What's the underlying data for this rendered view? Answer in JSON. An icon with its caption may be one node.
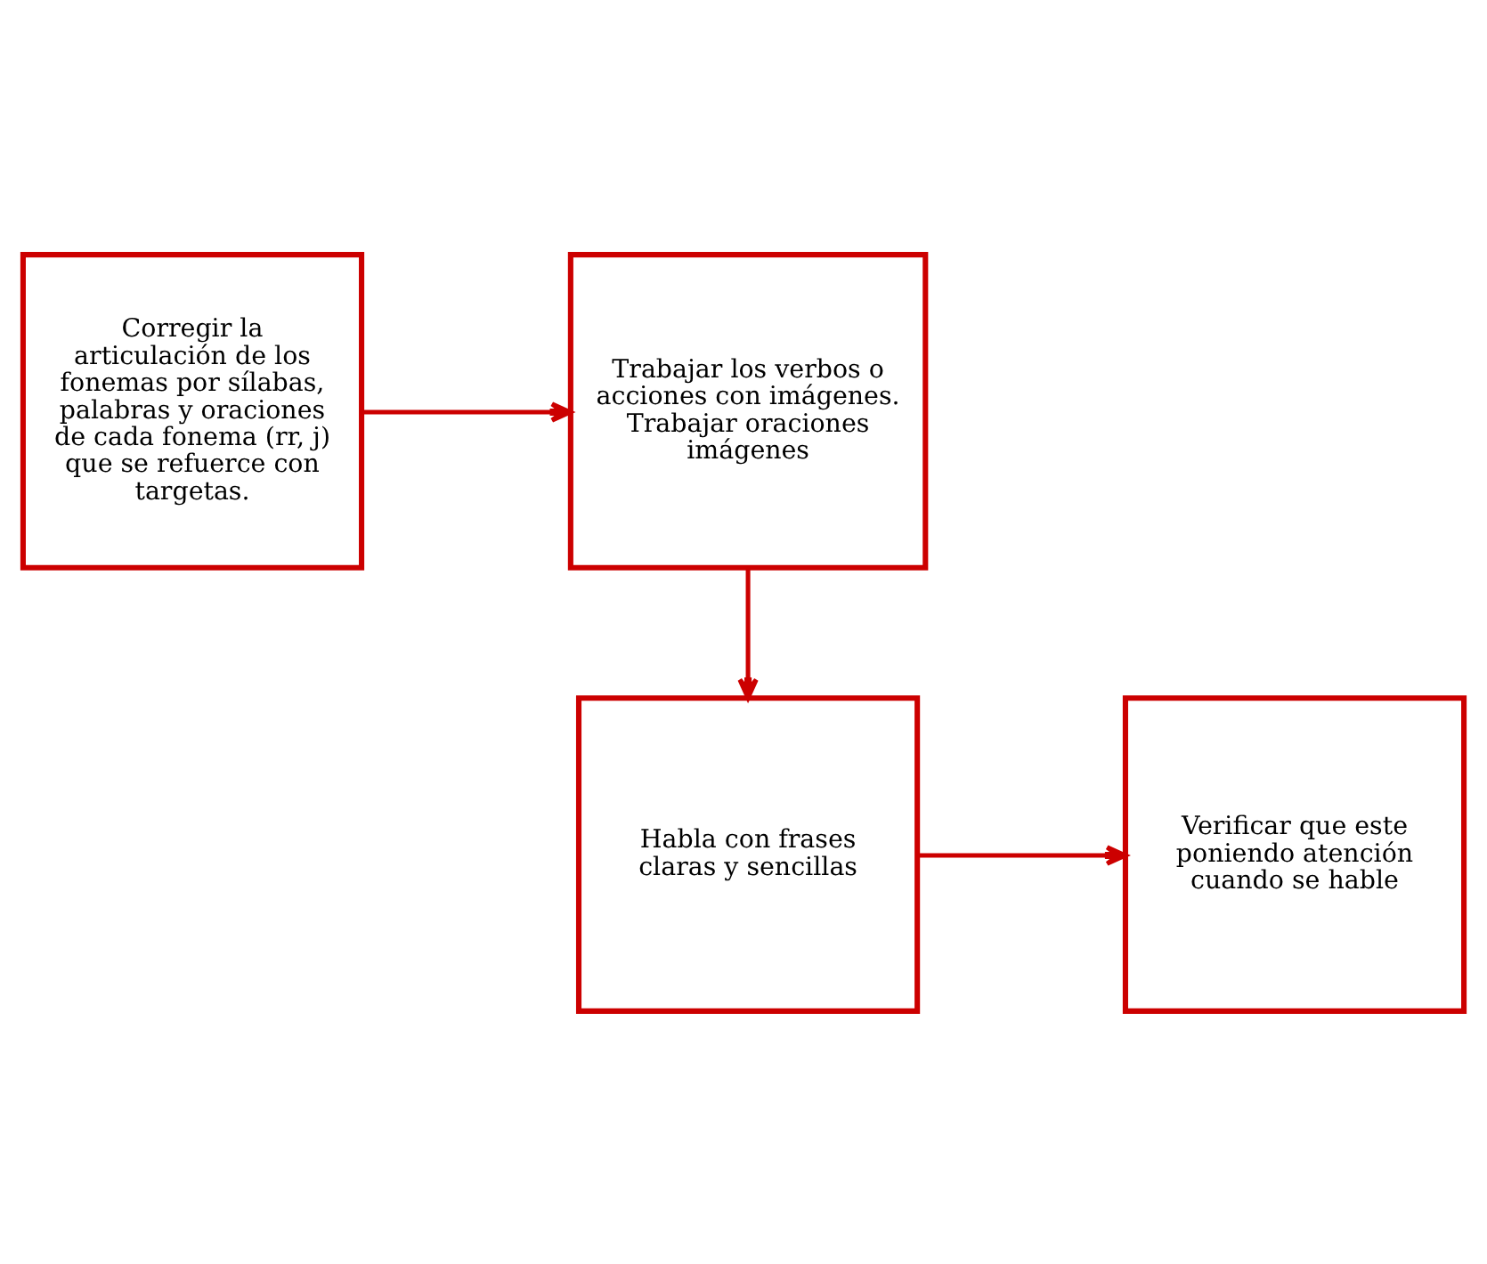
{
  "diagram": {
    "nodes": [
      {
        "text": [
          "Corregir la articulación de los fonemas por sílabas, palabras y oraciones de cada fonema (rr, j) que se refuerce con targetas."
        ]
      },
      {
        "text": [
          "Trabajar los verbos o acciones con imágenes. Trabajar oraciones imágenes"
        ]
      },
      {
        "text": [
          "Habla con frases claras y sencillas"
        ]
      },
      {
        "text": [
          "Verificar que este poniendo atención cuando se hable"
        ]
      }
    ],
    "edges": [
      {
        "from": 0,
        "to": 1,
        "arrow": "to"
      },
      {
        "from": 1,
        "to": 2,
        "arrow": "to"
      },
      {
        "from": 2,
        "to": 3,
        "arrow": "to"
      }
    ]
  }
}
